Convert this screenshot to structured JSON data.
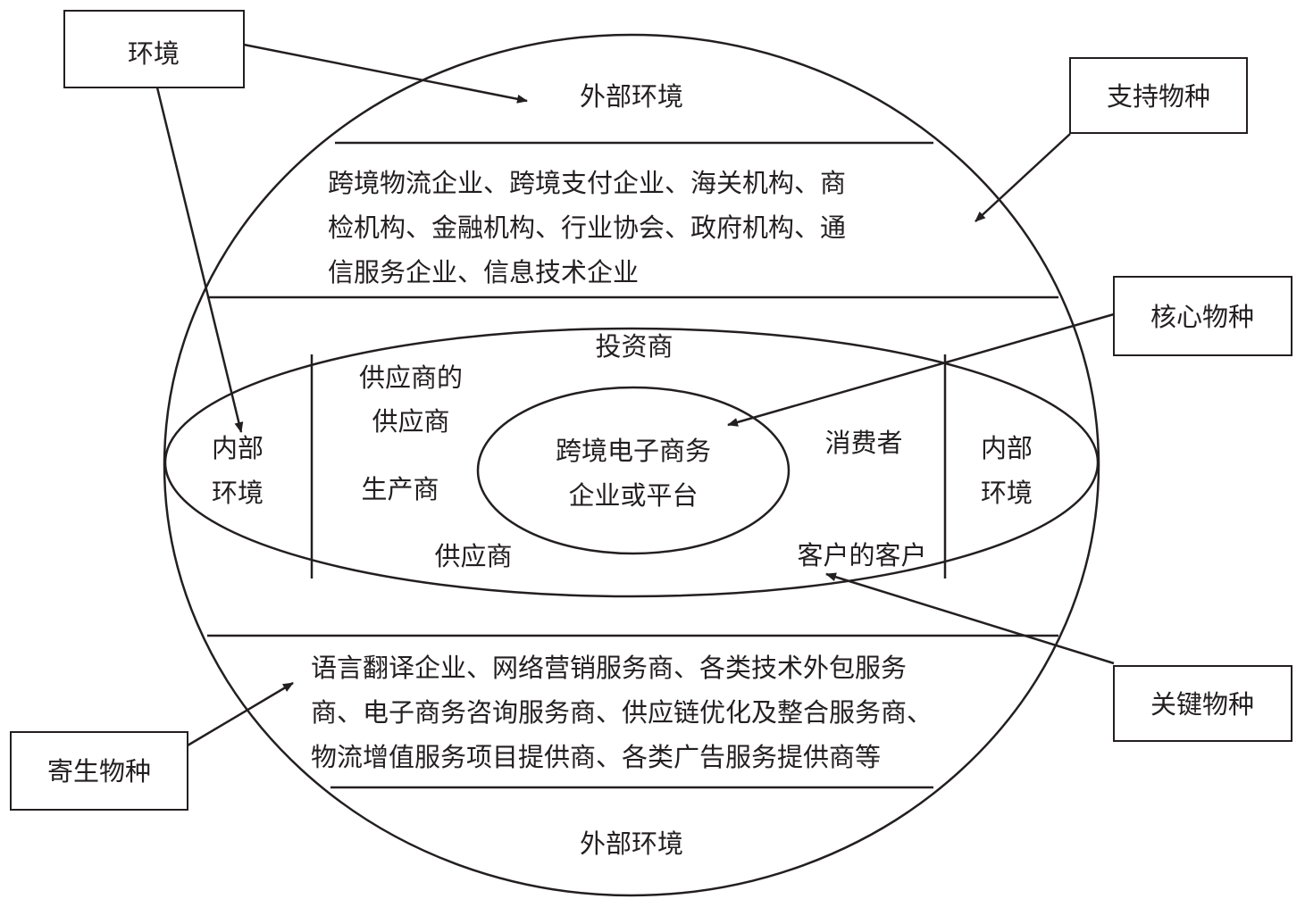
{
  "outer_env_top": "外部环境",
  "outer_env_bottom": "外部环境",
  "support_text": [
    "跨境物流企业、跨境支付企业、海关机构、商",
    "检机构、金融机构、行业协会、政府机构、通",
    "信服务企业、信息技术企业"
  ],
  "parasite_text": [
    "语言翻译企业、网络营销服务商、各类技术外包服务",
    "商、电子商务咨询服务商、供应链优化及整合服务商、",
    "物流增值服务项目提供商、各类广告服务提供商等"
  ],
  "inner_env_left": [
    "内部",
    "环境"
  ],
  "inner_env_right": [
    "内部",
    "环境"
  ],
  "investor": "投资商",
  "suppliers_supplier": [
    "供应商的",
    "供应商"
  ],
  "producer": "生产商",
  "supplier": "供应商",
  "consumer": "消费者",
  "customers_customer": "客户的客户",
  "core": [
    "跨境电子商务",
    "企业或平台"
  ],
  "labels": {
    "environment": "环境",
    "support_species": "支持物种",
    "core_species": "核心物种",
    "key_species": "关键物种",
    "parasite_species": "寄生物种"
  }
}
